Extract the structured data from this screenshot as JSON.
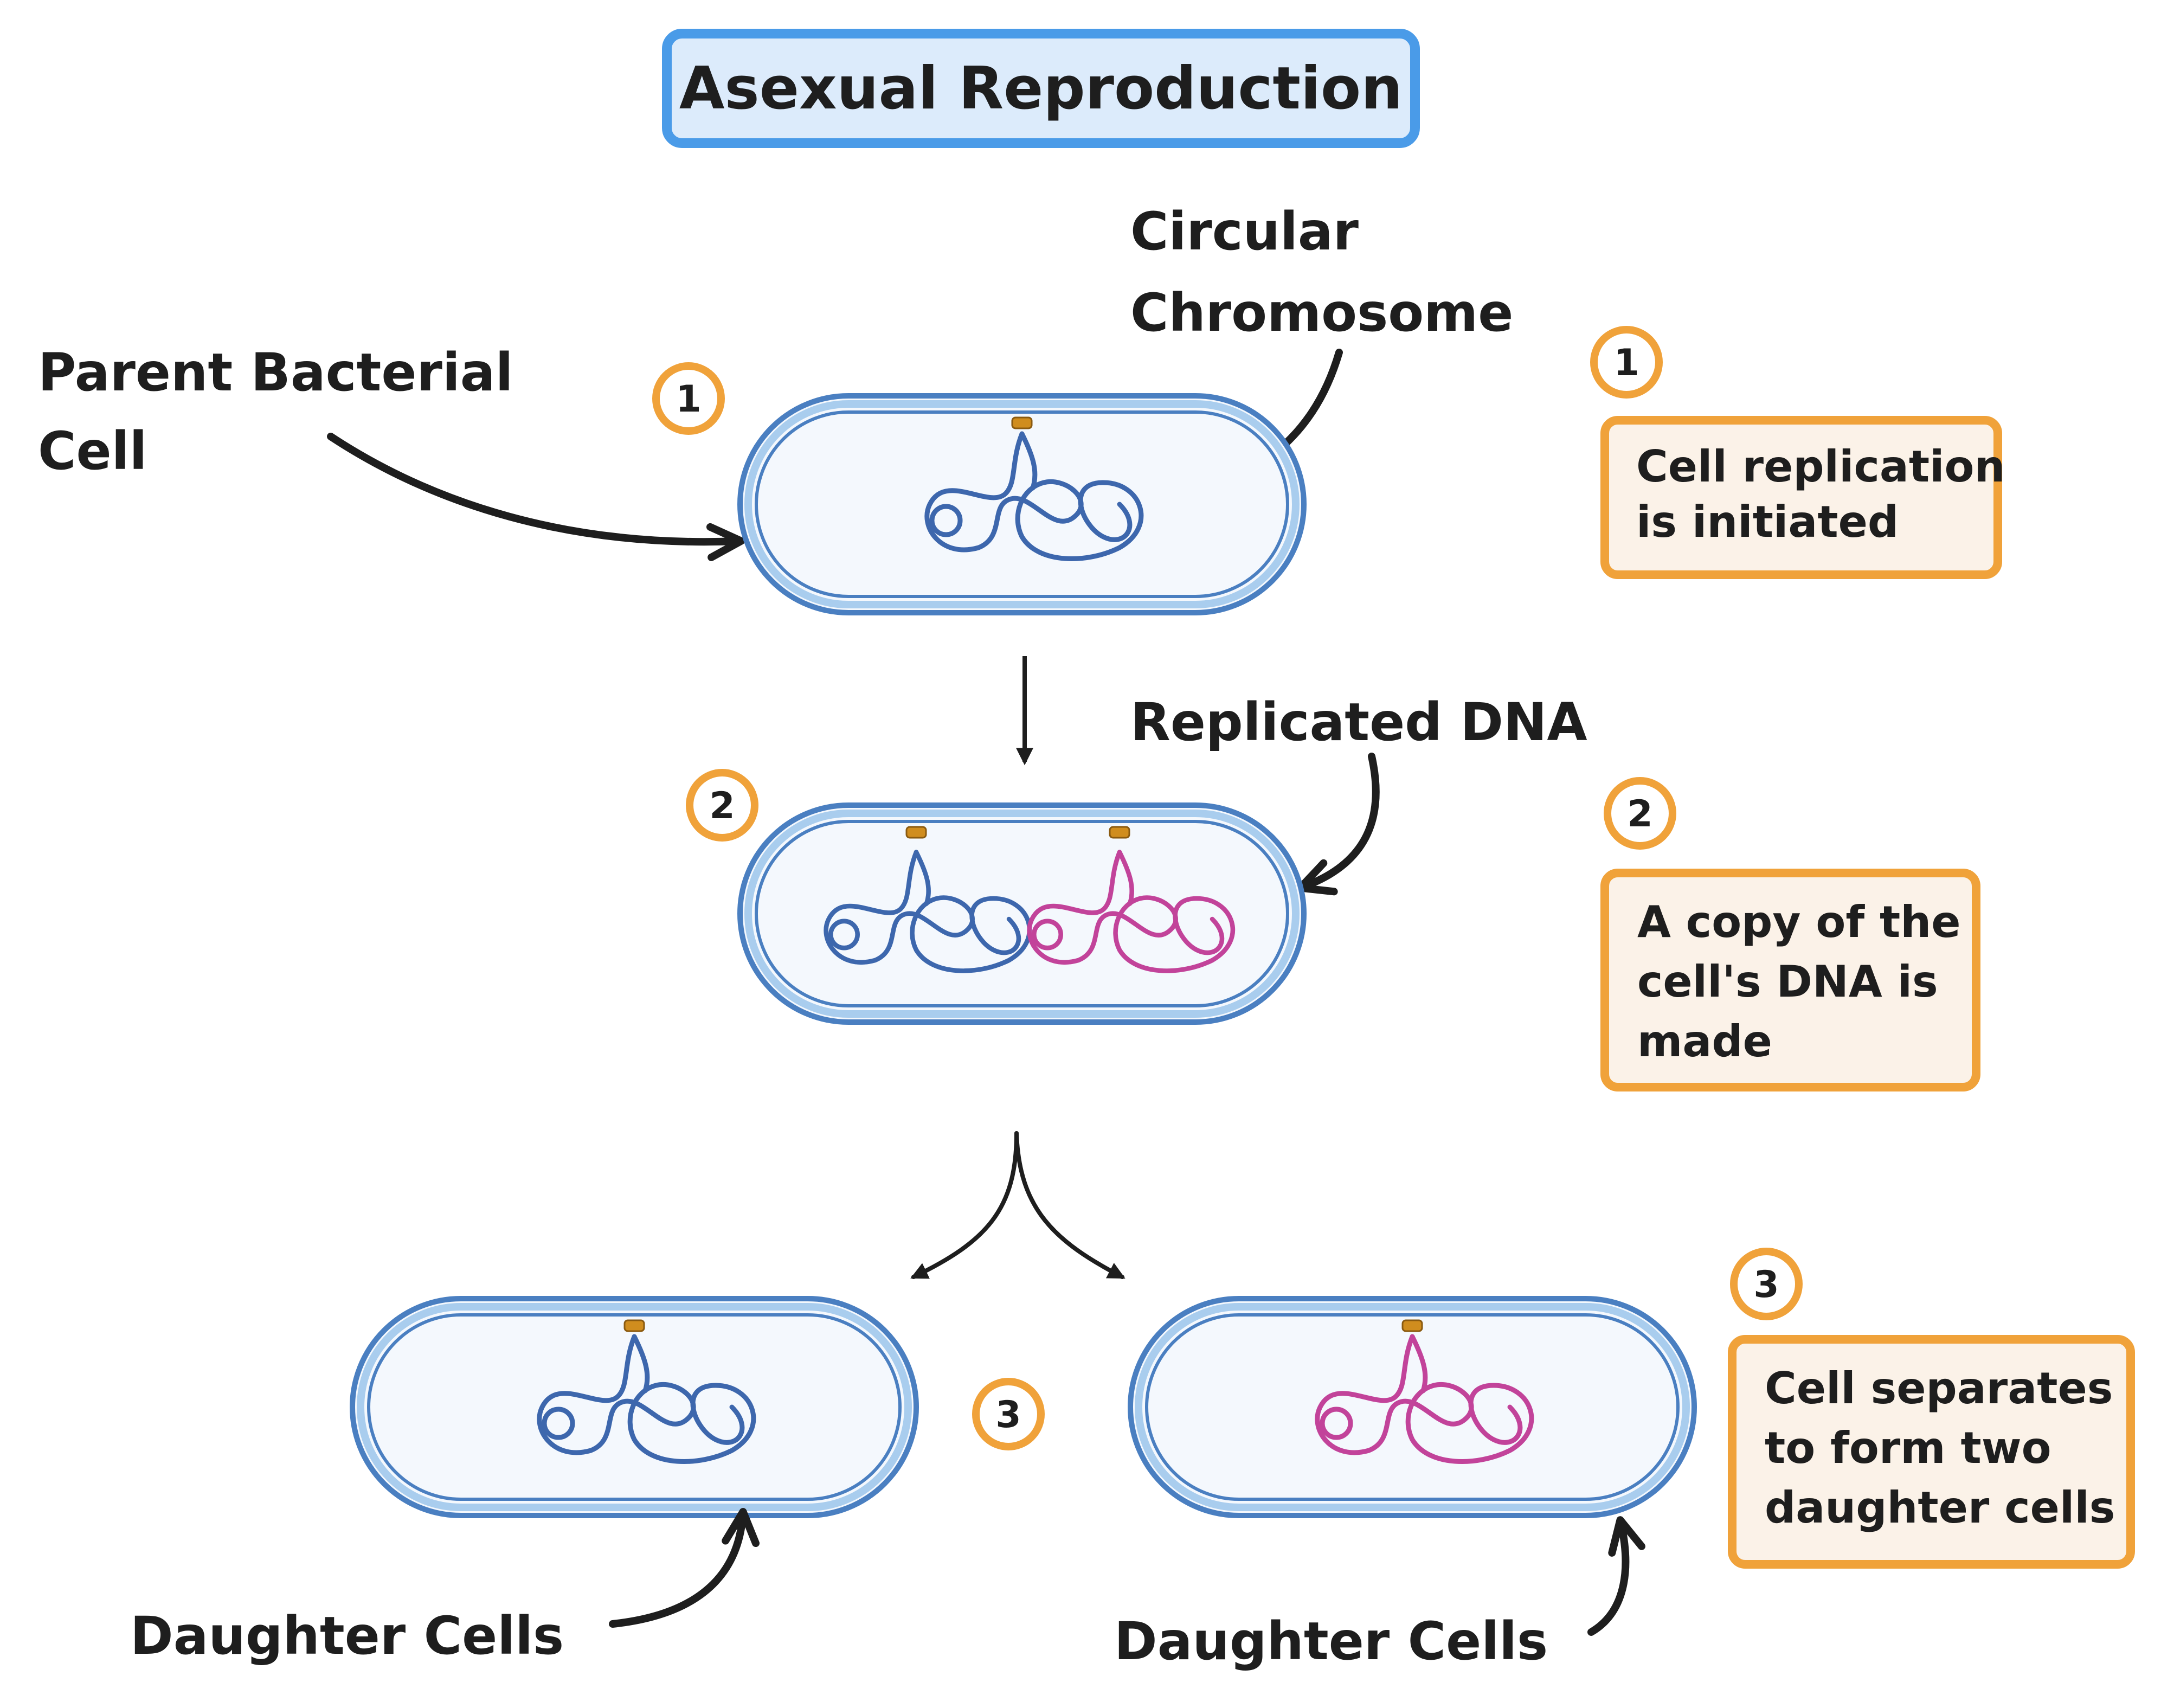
{
  "title": "Asexual Reproduction",
  "labels": {
    "parent_line1": "Parent Bacterial",
    "parent_line2": "Cell",
    "chromosome_line1": "Circular",
    "chromosome_line2": "Chromosome",
    "replicated": "Replicated DNA",
    "daughter_left": "Daughter Cells",
    "daughter_right": "Daughter Cells"
  },
  "steps": [
    {
      "number": "1",
      "lines": [
        "Cell replication",
        "is initiated"
      ]
    },
    {
      "number": "2",
      "lines": [
        "A copy of the",
        "cell's DNA is",
        "made"
      ]
    },
    {
      "number": "3",
      "lines": [
        "Cell separates",
        "to form two",
        "daughter cells"
      ]
    }
  ],
  "colors": {
    "title_fill": "#dcebfb",
    "title_border": "#4a9be8",
    "cell_wall": "#4a7fc1",
    "cell_wall_light": "#a9cdee",
    "cell_fill": "#f4f8fd",
    "dna_blue": "#3d67ad",
    "dna_pink": "#c2439a",
    "origin": "#d08d1e",
    "badge_border": "#f0a23a",
    "box_fill": "#fbf2e8",
    "box_border": "#f0a23a",
    "arrow": "#1e1e1e"
  }
}
